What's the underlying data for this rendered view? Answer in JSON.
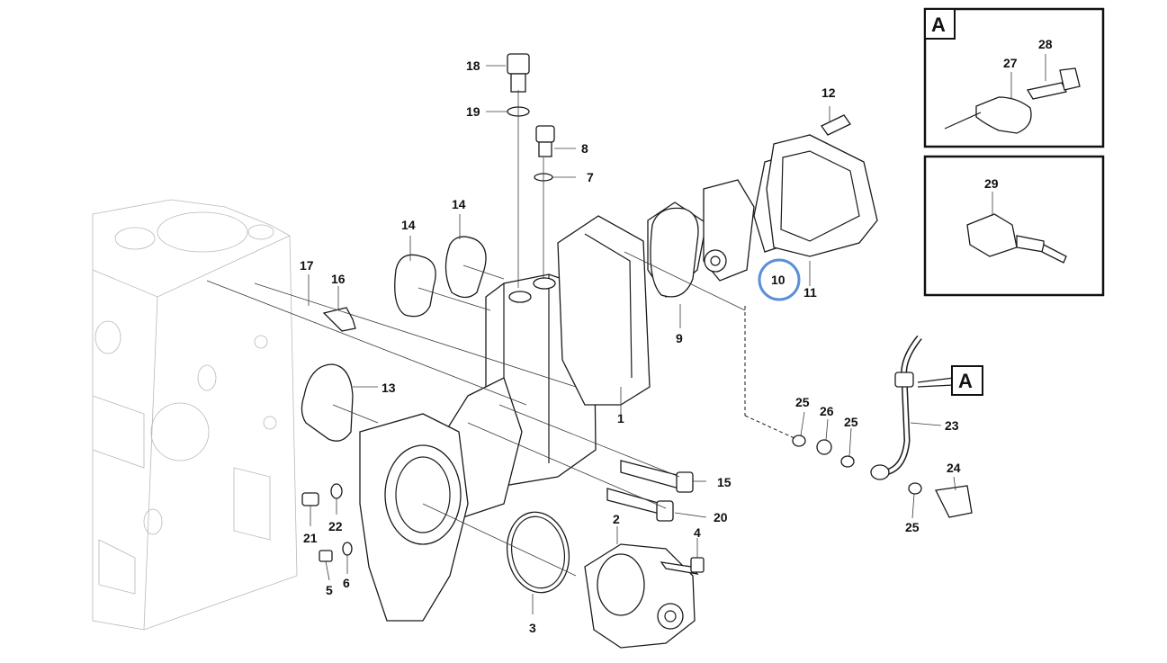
{
  "diagram": {
    "callouts": [
      {
        "id": "c1",
        "text": "1"
      },
      {
        "id": "c2",
        "text": "2"
      },
      {
        "id": "c3",
        "text": "3"
      },
      {
        "id": "c4",
        "text": "4"
      },
      {
        "id": "c5",
        "text": "5"
      },
      {
        "id": "c6",
        "text": "6"
      },
      {
        "id": "c7",
        "text": "7"
      },
      {
        "id": "c8",
        "text": "8"
      },
      {
        "id": "c9",
        "text": "9"
      },
      {
        "id": "c10",
        "text": "10"
      },
      {
        "id": "c11",
        "text": "11"
      },
      {
        "id": "c12",
        "text": "12"
      },
      {
        "id": "c13",
        "text": "13"
      },
      {
        "id": "c14a",
        "text": "14"
      },
      {
        "id": "c14b",
        "text": "14"
      },
      {
        "id": "c15",
        "text": "15"
      },
      {
        "id": "c16",
        "text": "16"
      },
      {
        "id": "c17",
        "text": "17"
      },
      {
        "id": "c18",
        "text": "18"
      },
      {
        "id": "c19",
        "text": "19"
      },
      {
        "id": "c20",
        "text": "20"
      },
      {
        "id": "c21",
        "text": "21"
      },
      {
        "id": "c22",
        "text": "22"
      },
      {
        "id": "c23",
        "text": "23"
      },
      {
        "id": "c24",
        "text": "24"
      },
      {
        "id": "c25a",
        "text": "25"
      },
      {
        "id": "c25b",
        "text": "25"
      },
      {
        "id": "c25c",
        "text": "25"
      },
      {
        "id": "c26",
        "text": "26"
      },
      {
        "id": "c27",
        "text": "27"
      },
      {
        "id": "c28",
        "text": "28"
      },
      {
        "id": "c29",
        "text": "29"
      }
    ],
    "detail_box_label": "A",
    "pointer_label": "A",
    "highlighted_callout": "10",
    "highlight_color": "#5b8fd6"
  }
}
